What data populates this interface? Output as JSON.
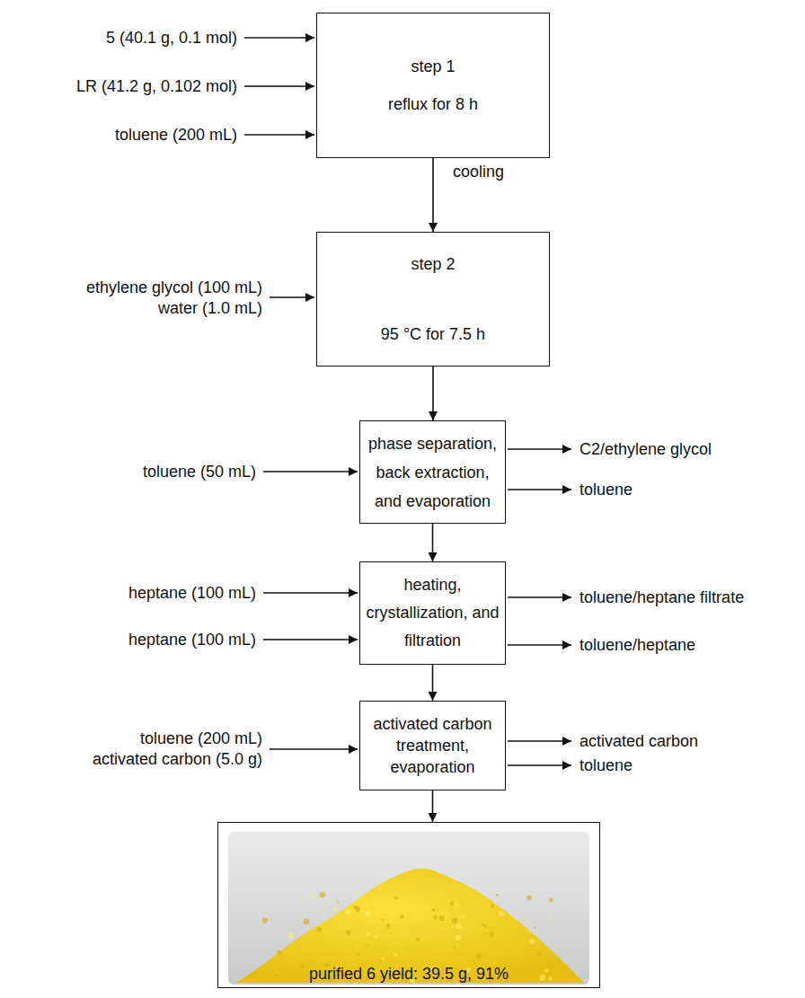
{
  "diagram": {
    "nodes": [
      {
        "text": [
          "step 1",
          "reflux for 8 h"
        ]
      },
      {
        "text": [
          "step 2",
          "95 °C for 7.5 h"
        ]
      },
      {
        "text": [
          "phase separation, back extraction, and evaporation"
        ]
      },
      {
        "text": [
          "heating, crystallization, and filtration"
        ]
      },
      {
        "text": [
          "activated carbon treatment, evaporation"
        ]
      },
      {
        "text": [
          "purified 6 yield: 39.5 g, 91%"
        ]
      }
    ],
    "edges": [
      {
        "from": 0,
        "to": 1,
        "arrow": "to",
        "label": "cooling"
      },
      {
        "from": 1,
        "to": 2,
        "arrow": "to"
      },
      {
        "from": 2,
        "to": 3,
        "arrow": "to"
      },
      {
        "from": 3,
        "to": 4,
        "arrow": "to"
      },
      {
        "from": 4,
        "to": 5,
        "arrow": "to"
      }
    ],
    "labels": [
      "5 (40.1 g, 0.1 mol)",
      "LR (41.2 g, 0.102 mol)",
      "toluene (200 mL)",
      "ethylene glycol (100 mL)",
      "water (1.0 mL)",
      "toluene (50 mL)",
      "C2/ethylene glycol",
      "toluene",
      "heptane (100 mL)",
      "heptane (100 mL)",
      "toluene/heptane filtrate",
      "toluene/heptane",
      "toluene (200 mL)",
      "activated carbon (5.0 g)",
      "activated carbon",
      "toluene"
    ]
  }
}
